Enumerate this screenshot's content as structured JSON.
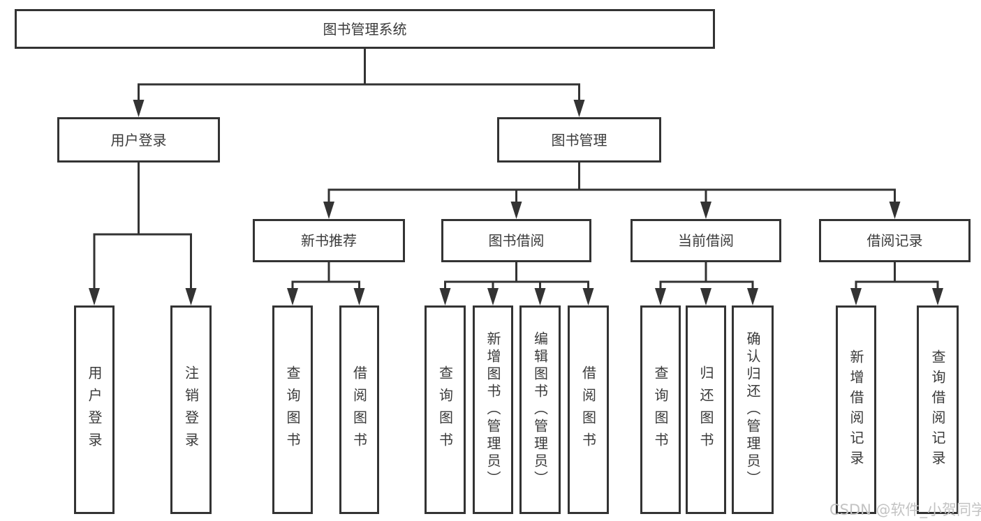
{
  "page": {
    "watermark": "CSDN @软件_小贺同学"
  },
  "colors": {
    "box_border": "#333333",
    "connector_line": "#333333",
    "text": "#3a3a3a",
    "watermark_text": "#c3c3c3",
    "background": "#ffffff"
  },
  "diagram": {
    "root": {
      "label": "图书管理系统"
    },
    "branches": [
      {
        "label": "用户登录",
        "children": [
          {
            "label": "用户登录"
          },
          {
            "label": "注销登录"
          }
        ]
      },
      {
        "label": "图书管理",
        "children": [
          {
            "label": "新书推荐",
            "children": [
              {
                "label": "查询图书"
              },
              {
                "label": "借阅图书"
              }
            ]
          },
          {
            "label": "图书借阅",
            "children": [
              {
                "label": "查询图书"
              },
              {
                "label": "新增图书（管理员）"
              },
              {
                "label": "编辑图书（管理员）"
              },
              {
                "label": "借阅图书"
              }
            ]
          },
          {
            "label": "当前借阅",
            "children": [
              {
                "label": "查询图书"
              },
              {
                "label": "归还图书"
              },
              {
                "label": "确认归还（管理员）"
              }
            ]
          },
          {
            "label": "借阅记录",
            "children": [
              {
                "label": "新增借阅记录"
              },
              {
                "label": "查询借阅记录"
              }
            ]
          }
        ]
      }
    ]
  }
}
